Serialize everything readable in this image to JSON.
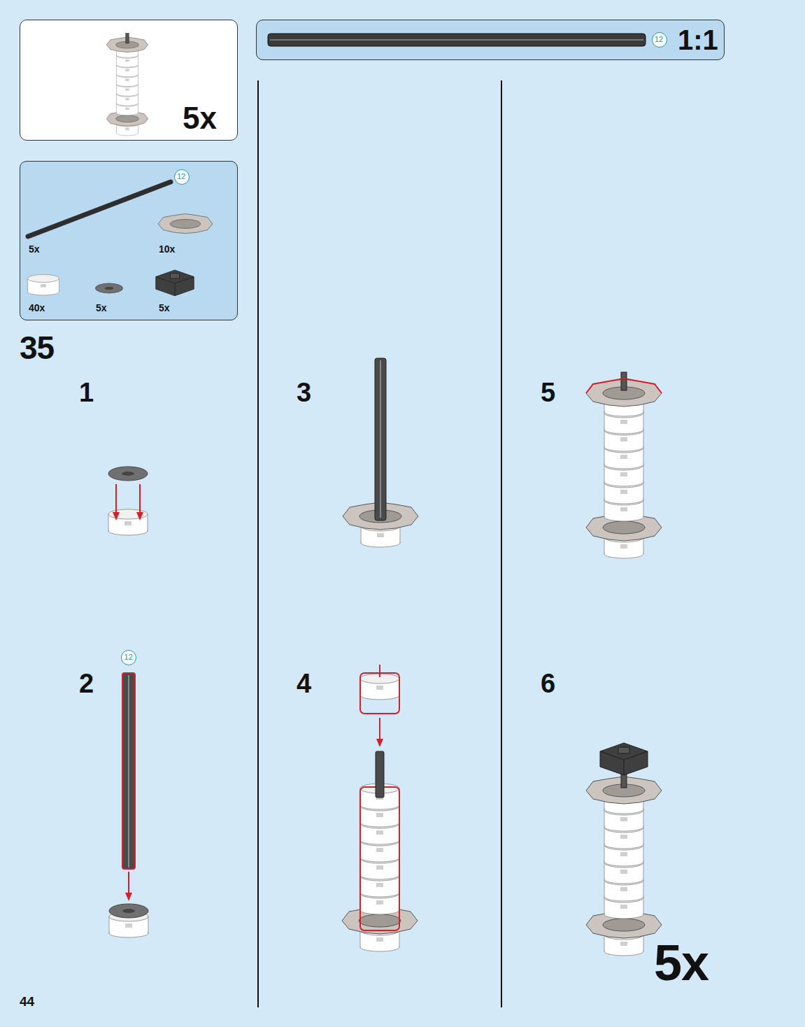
{
  "diagram": {
    "nodes": [
      {
        "text": [
          "5x"
        ]
      },
      {
        "text": [
          "5x",
          "10x",
          "40x",
          "5x",
          "5x"
        ]
      },
      {
        "text": [
          "12"
        ],
        "in": 1
      },
      {
        "text": [
          "1:1"
        ]
      },
      {
        "text": [
          "12"
        ],
        "in": 3
      },
      {
        "text": [
          "12"
        ]
      }
    ],
    "labels": [
      "35",
      "1",
      "2",
      "3",
      "4",
      "5",
      "6",
      "5x",
      "44"
    ]
  }
}
